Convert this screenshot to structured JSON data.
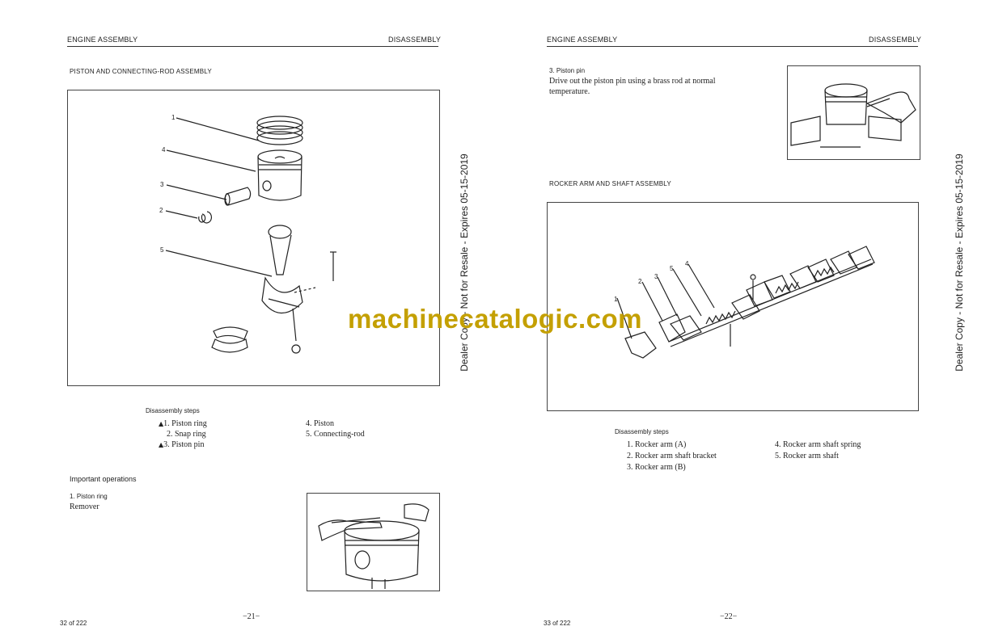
{
  "left": {
    "header_left": "ENGINE ASSEMBLY",
    "header_right": "DISASSEMBLY",
    "section_title": "PISTON AND CONNECTING-ROD ASSEMBLY",
    "callouts": [
      "1",
      "4",
      "3",
      "2",
      "5"
    ],
    "steps_title": "Disassembly steps",
    "steps_col1": [
      {
        "mark": "▲",
        "text": "1. Piston ring"
      },
      {
        "mark": "",
        "text": "2. Snap ring"
      },
      {
        "mark": "▲",
        "text": "3. Piston pin"
      }
    ],
    "steps_col2": [
      "4. Piston",
      "5. Connecting-rod"
    ],
    "important_title": "Important operations",
    "op_title": "1. Piston ring",
    "op_text": "Remover",
    "page_number": "−21−",
    "page_total": "32 of 222"
  },
  "right": {
    "header_left": "ENGINE ASSEMBLY",
    "header_right": "DISASSEMBLY",
    "op_title": "3. Piston pin",
    "op_text_line1": "Drive out the piston pin using a brass rod at normal",
    "op_text_line2": "temperature.",
    "section_title": "ROCKER ARM AND SHAFT ASSEMBLY",
    "callouts": [
      "1",
      "2",
      "3",
      "5",
      "4"
    ],
    "steps_title": "Disassembly steps",
    "steps_col1": [
      "1. Rocker arm (A)",
      "2. Rocker arm shaft bracket",
      "3. Rocker arm (B)"
    ],
    "steps_col2": [
      "4. Rocker arm shaft spring",
      "5. Rocker arm shaft"
    ],
    "page_number": "−22−",
    "page_total": "33 of 222"
  },
  "side_notice": "Dealer Copy - Not for Resale - Expires 05-15-2019",
  "watermark": "machinecatalogic.com",
  "colors": {
    "watermark": "#c4a003",
    "ink": "#222222"
  }
}
